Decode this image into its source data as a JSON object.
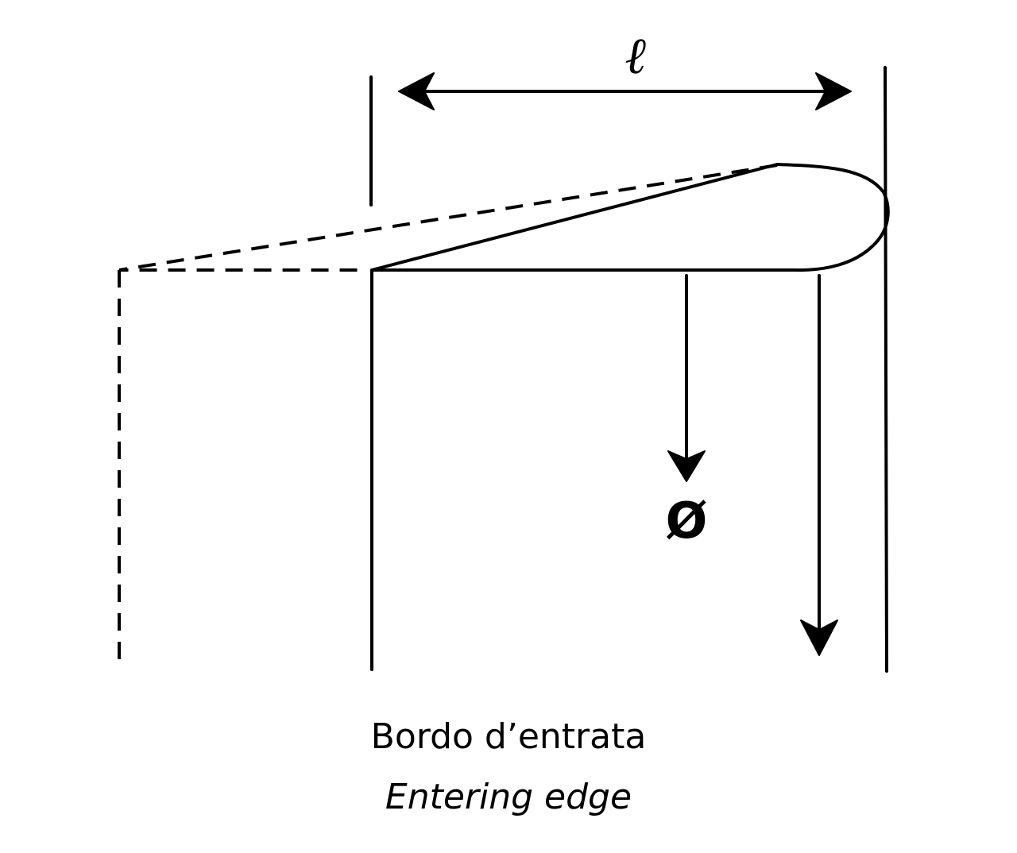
{
  "diagram": {
    "length_symbol": "ℓ",
    "diameter_symbol": "Ø",
    "caption_primary": "Bordo d’entrata",
    "caption_secondary": "Entering edge",
    "ink_color": "#000000",
    "background_color": "#ffffff"
  }
}
